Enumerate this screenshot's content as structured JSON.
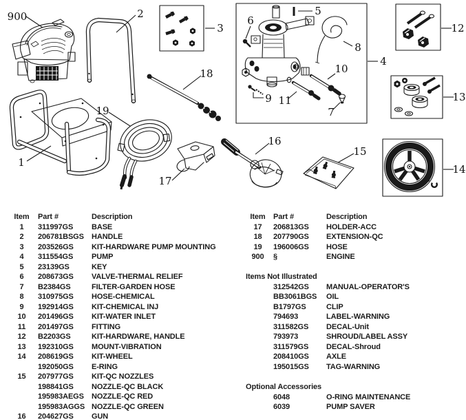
{
  "colors": {
    "ink": "#1c1c1c",
    "background": "#ffffff"
  },
  "diagram": {
    "callouts": {
      "base": "1",
      "handle": "2",
      "pump_mount_kit": "3",
      "pump_box": "4",
      "key": "5",
      "thermal_valve": "6",
      "garden_hose_filter": "7",
      "chemical_hose": "8",
      "chemical_kit": "9",
      "water_inlet_kit": "10",
      "fitting": "11",
      "handle_hardware_kit": "12",
      "vibration_mount": "13",
      "wheel_kit": "14",
      "nozzle_kit": "15",
      "gun": "16",
      "holder": "17",
      "extension": "18",
      "hose": "19",
      "engine": "900"
    }
  },
  "left_table": {
    "headers": [
      "Item",
      "Part #",
      "Description"
    ],
    "rows": [
      {
        "item": "1",
        "part": "311997GS",
        "desc": "BASE"
      },
      {
        "item": "2",
        "part": "206781BSGS",
        "desc": "HANDLE"
      },
      {
        "item": "3",
        "part": "203526GS",
        "desc": "KIT-HARDWARE PUMP MOUNTING"
      },
      {
        "item": "4",
        "part": "311554GS",
        "desc": "PUMP"
      },
      {
        "item": "5",
        "part": "23139GS",
        "desc": "KEY"
      },
      {
        "item": "6",
        "part": "208673GS",
        "desc": "VALVE-THERMAL RELIEF"
      },
      {
        "item": "7",
        "part": "B2384GS",
        "desc": "FILTER-GARDEN HOSE"
      },
      {
        "item": "8",
        "part": "310975GS",
        "desc": "HOSE-CHEMICAL"
      },
      {
        "item": "9",
        "part": "192914GS",
        "desc": "KIT-CHEMICAL INJ"
      },
      {
        "item": "10",
        "part": "201496GS",
        "desc": "KIT-WATER INLET"
      },
      {
        "item": "11",
        "part": "201497GS",
        "desc": "FITTING"
      },
      {
        "item": "12",
        "part": "B2203GS",
        "desc": "KIT-HARDWARE, HANDLE"
      },
      {
        "item": "13",
        "part": "192310GS",
        "desc": "MOUNT-VIBRATION"
      },
      {
        "item": "14",
        "part": "208619GS",
        "desc": "KIT-WHEEL"
      },
      {
        "item": "",
        "part": "192050GS",
        "desc": "E-RING"
      },
      {
        "item": "15",
        "part": "207977GS",
        "desc": "KIT-QC NOZZLES"
      },
      {
        "item": "",
        "part": "198841GS",
        "desc": "NOZZLE-QC BLACK"
      },
      {
        "item": "",
        "part": "195983AEGS",
        "desc": "NOZZLE-QC RED"
      },
      {
        "item": "",
        "part": "195983AGGS",
        "desc": "NOZZLE-QC GREEN"
      },
      {
        "item": "16",
        "part": "204627GS",
        "desc": "GUN"
      }
    ]
  },
  "right_table": {
    "headers": [
      "Item",
      "Part #",
      "Description"
    ],
    "rows": [
      {
        "item": "17",
        "part": "206813GS",
        "desc": "HOLDER-ACC"
      },
      {
        "item": "18",
        "part": "207790GS",
        "desc": "EXTENSION-QC"
      },
      {
        "item": "19",
        "part": "196006GS",
        "desc": "HOSE"
      },
      {
        "item": "900",
        "part": "§",
        "desc": "ENGINE"
      }
    ],
    "not_illustrated": {
      "title": "Items Not Illustrated",
      "rows": [
        {
          "item": "",
          "part": "312542GS",
          "desc": "MANUAL-OPERATOR'S"
        },
        {
          "item": "",
          "part": "BB3061BGS",
          "desc": "OIL"
        },
        {
          "item": "",
          "part": "B1797GS",
          "desc": "CLIP"
        },
        {
          "item": "",
          "part": "794693",
          "desc": "LABEL-WARNING"
        },
        {
          "item": "",
          "part": "311582GS",
          "desc": "DECAL-Unit"
        },
        {
          "item": "",
          "part": "793973",
          "desc": "SHROUD/LABEL ASSY"
        },
        {
          "item": "",
          "part": "311579GS",
          "desc": "DECAL-Shroud"
        },
        {
          "item": "",
          "part": "208410GS",
          "desc": "AXLE"
        },
        {
          "item": "",
          "part": "195015GS",
          "desc": "TAG-WARNING"
        }
      ]
    },
    "optional": {
      "title": "Optional Accessories",
      "rows": [
        {
          "item": "",
          "part": "6048",
          "desc": "O-RING MAINTENANCE"
        },
        {
          "item": "",
          "part": "6039",
          "desc": "PUMP SAVER"
        }
      ]
    }
  }
}
